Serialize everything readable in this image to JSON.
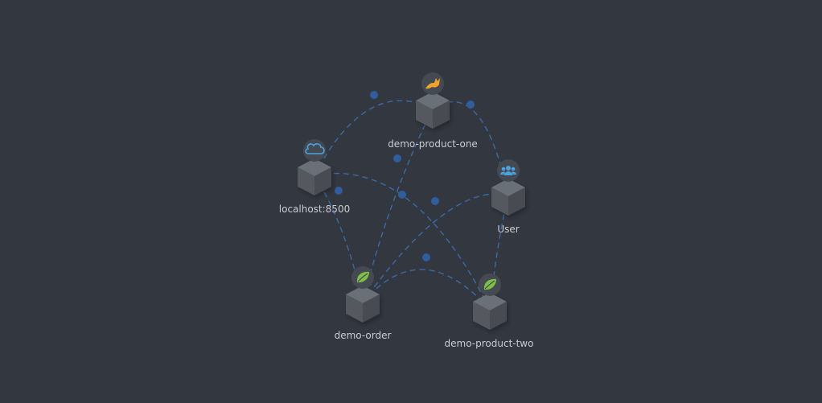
{
  "colors": {
    "background": "#333740",
    "link": "#3c6aa6",
    "link_dot": "#2f5d9e",
    "cube_top": "#6b6f78",
    "cube_left": "#55595f",
    "cube_right": "#484c53",
    "label": "#c9ccd2",
    "icon_cloud": "#4aa3df",
    "icon_user": "#4aa3df",
    "icon_spring": "#7cc04a",
    "icon_tomcat": "#f0a32c"
  },
  "nodes": [
    {
      "id": "localhost",
      "label": "localhost:8500",
      "icon": "cloud-icon"
    },
    {
      "id": "product-one",
      "label": "demo-product-one",
      "icon": "tomcat-icon"
    },
    {
      "id": "user",
      "label": "User",
      "icon": "users-icon"
    },
    {
      "id": "order",
      "label": "demo-order",
      "icon": "spring-leaf-icon"
    },
    {
      "id": "product-two",
      "label": "demo-product-two",
      "icon": "spring-leaf-icon"
    }
  ],
  "links": [
    {
      "from": "localhost",
      "to": "product-one"
    },
    {
      "from": "user",
      "to": "product-one"
    },
    {
      "from": "localhost",
      "to": "order"
    },
    {
      "from": "localhost",
      "to": "product-two"
    },
    {
      "from": "order",
      "to": "product-one"
    },
    {
      "from": "order",
      "to": "user"
    },
    {
      "from": "order",
      "to": "product-two"
    },
    {
      "from": "user",
      "to": "product-two"
    }
  ]
}
